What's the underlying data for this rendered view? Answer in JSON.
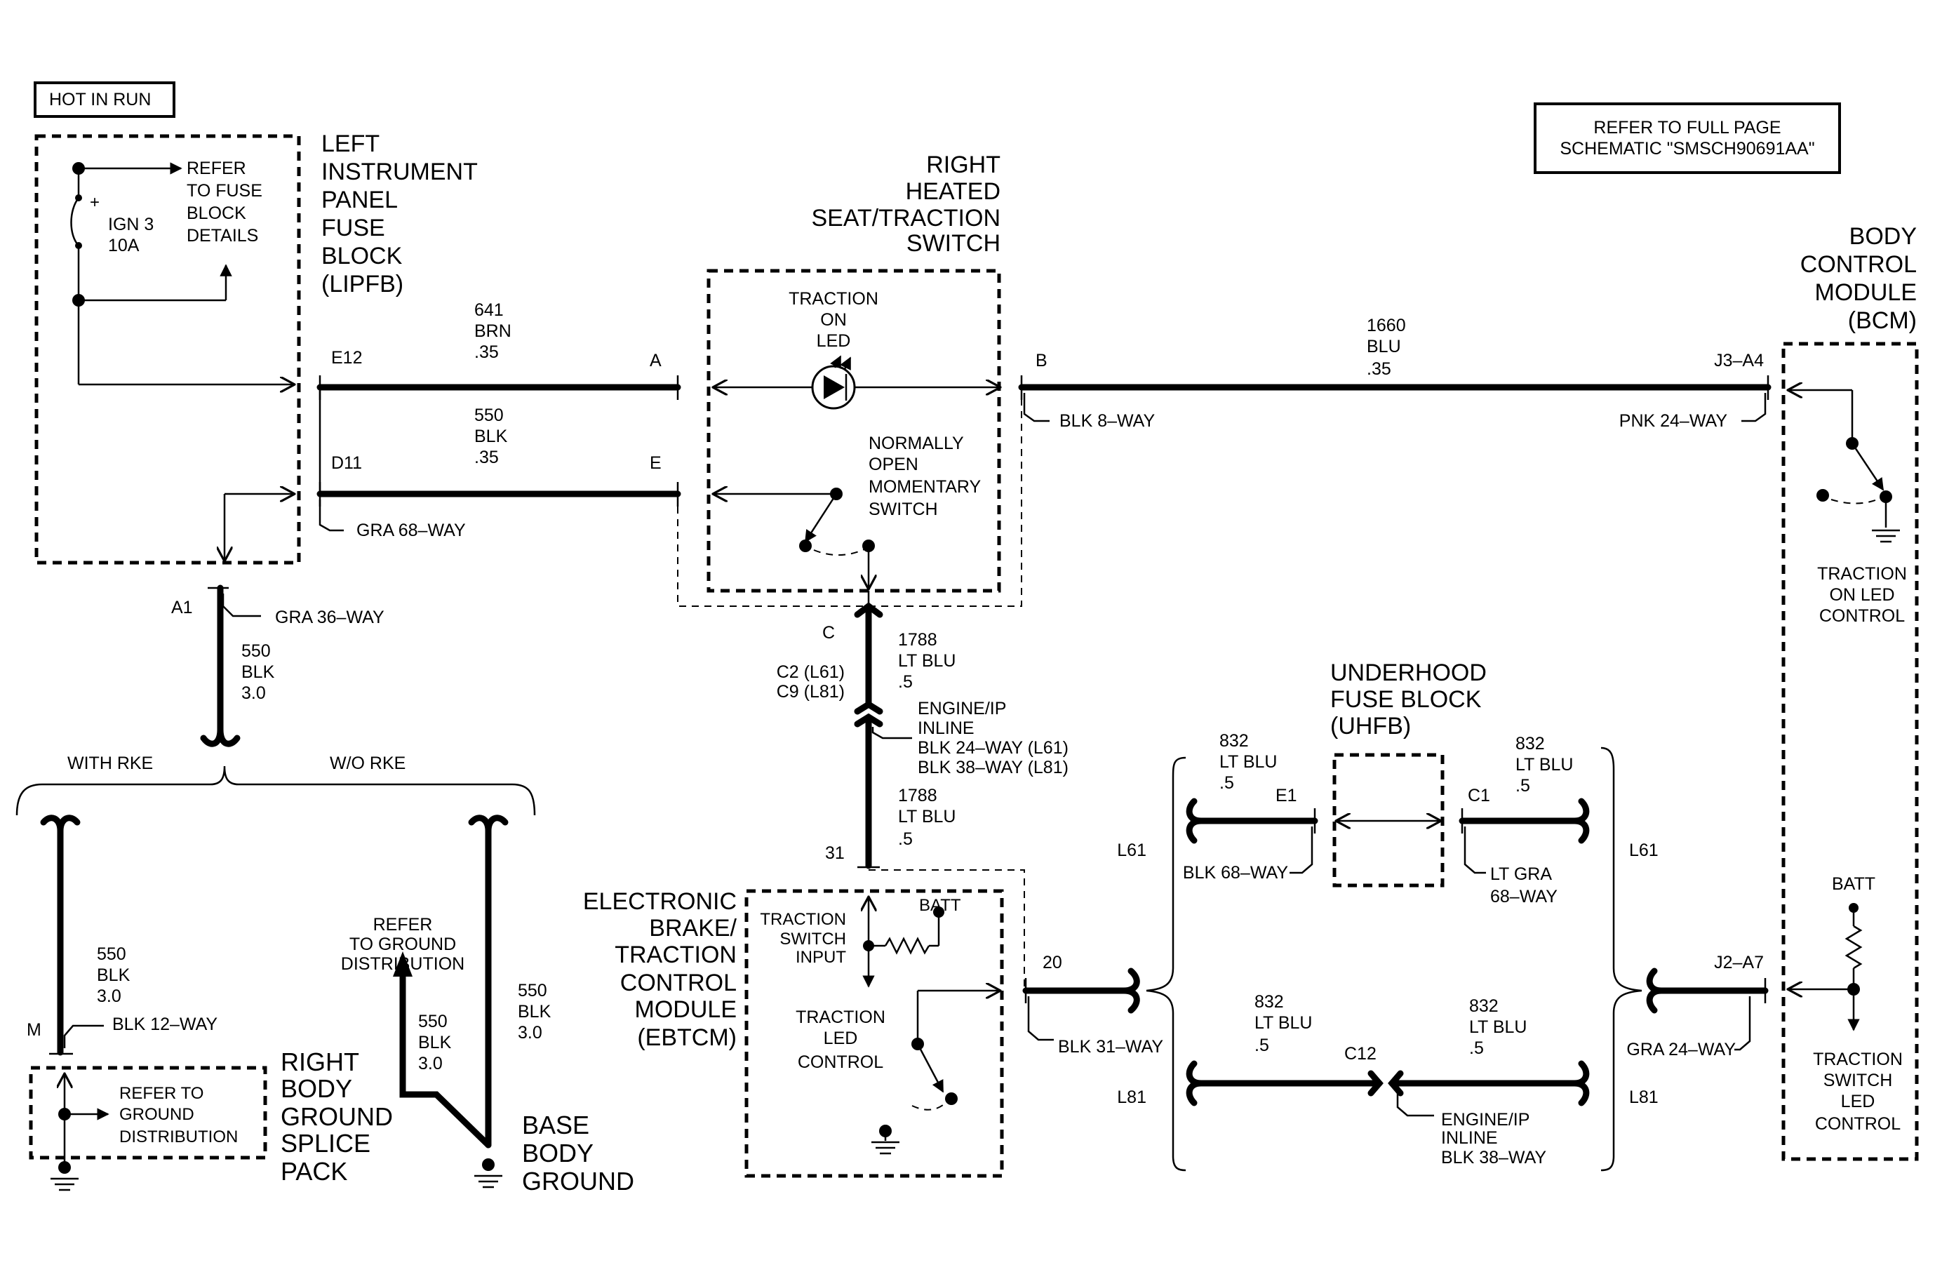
{
  "header": {
    "hot_in_run": "HOT IN RUN",
    "refer_full_1": "REFER TO FULL PAGE",
    "refer_full_2": "SCHEMATIC \"SMSCH90691AA\""
  },
  "lipfb": {
    "title": [
      "LEFT",
      "INSTRUMENT",
      "PANEL",
      "FUSE",
      "BLOCK",
      "(LIPFB)"
    ],
    "refer": [
      "REFER",
      "TO FUSE",
      "BLOCK",
      "DETAILS"
    ],
    "fuse_name": "IGN 3",
    "fuse_rating": "10A",
    "plus": "+",
    "pin_e12": "E12",
    "pin_d11": "D11",
    "conn": "GRA 68–WAY"
  },
  "seat_switch": {
    "title": [
      "RIGHT",
      "HEATED",
      "SEAT/TRACTION",
      "SWITCH"
    ],
    "led_label": [
      "TRACTION",
      "ON",
      "LED"
    ],
    "switch_label": [
      "NORMALLY",
      "OPEN",
      "MOMENTARY",
      "SWITCH"
    ],
    "pin_a": "A",
    "pin_e": "E",
    "pin_b": "B",
    "pin_c": "C",
    "conn": "BLK 8–WAY"
  },
  "wires": {
    "w641": [
      "641",
      "BRN",
      ".35"
    ],
    "w550": [
      "550",
      "BLK",
      ".35"
    ],
    "w1660": [
      "1660",
      "BLU",
      ".35"
    ],
    "w550_30": [
      "550",
      "BLK",
      "3.0"
    ],
    "w1788_a": [
      "1788",
      "LT BLU",
      ".5"
    ],
    "w1788_b": [
      "1788",
      "LT BLU",
      ".5"
    ],
    "w832_a": [
      "832",
      "LT BLU",
      ".5"
    ],
    "w832_b": [
      "832",
      "LT BLU",
      ".5"
    ],
    "w832_c": [
      "832",
      "LT BLU",
      ".5"
    ],
    "w832_d": [
      "832",
      "LT BLU",
      ".5"
    ]
  },
  "bcm": {
    "title": [
      "BODY",
      "CONTROL",
      "MODULE",
      "(BCM)"
    ],
    "pin_j3": "J3–A4",
    "conn_j3": "PNK 24–WAY",
    "led_ctrl": [
      "TRACTION",
      "ON LED",
      "CONTROL"
    ],
    "batt": "BATT",
    "pin_j2": "J2–A7",
    "conn_j2": "GRA 24–WAY",
    "sw_ctrl": [
      "TRACTION",
      "SWITCH",
      "LED",
      "CONTROL"
    ]
  },
  "ground": {
    "pin_a1": "A1",
    "conn_a1": "GRA 36–WAY",
    "with_rke": "WITH RKE",
    "wo_rke": "W/O RKE",
    "pin_m": "M",
    "conn_m": "BLK 12–WAY",
    "refer_gd": [
      "REFER TO",
      "GROUND",
      "DISTRIBUTION"
    ],
    "splice_title": [
      "RIGHT",
      "BODY",
      "GROUND",
      "SPLICE",
      "PACK"
    ],
    "refer_gd2": [
      "REFER",
      "TO GROUND",
      "DISTRIBUTION"
    ],
    "base_title": [
      "BASE",
      "BODY",
      "GROUND"
    ]
  },
  "inline": {
    "c2": "C2 (L61)",
    "c9": "C9 (L81)",
    "label": [
      "ENGINE/IP",
      "INLINE",
      "BLK 24–WAY (L61)",
      "BLK 38–WAY (L81)"
    ],
    "pin_31": "31"
  },
  "ebtcm": {
    "title": [
      "ELECTRONIC",
      "BRAKE/",
      "TRACTION",
      "CONTROL",
      "MODULE",
      "(EBTCM)"
    ],
    "sw_input": [
      "TRACTION",
      "SWITCH",
      "INPUT"
    ],
    "batt": "BATT",
    "led_ctrl": [
      "TRACTION",
      "LED",
      "CONTROL"
    ],
    "pin_20": "20",
    "conn": "BLK 31–WAY"
  },
  "uhfb": {
    "title": [
      "UNDERHOOD",
      "FUSE BLOCK",
      "(UHFB)"
    ],
    "pin_e1": "E1",
    "pin_c1": "C1",
    "conn_e1": "BLK 68–WAY",
    "conn_c1": [
      "LT GRA",
      "68–WAY"
    ],
    "l61_left": "L61",
    "l61_right": "L61",
    "l81_left": "L81",
    "l81_right": "L81",
    "pin_c12": "C12",
    "c12_label": [
      "ENGINE/IP",
      "INLINE",
      "BLK 38–WAY"
    ]
  }
}
